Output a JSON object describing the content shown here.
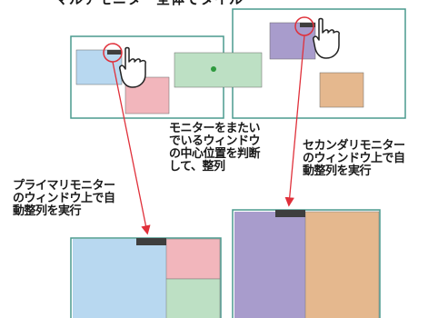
{
  "title_fragment": "マルチモニター全体でタイル",
  "labels": {
    "straddle_note": "モニターをまたい\nでいるウィンドウ\nの中心位置を判断\nして、整列",
    "secondary_note": "セカンダリモニター\nのウィンドウ上で自\n動整列を実行",
    "primary_note": "プライマリモニター\nのウィンドウ上で自\n動整列を実行"
  },
  "colors": {
    "monitor_border": "#4a9a8e",
    "window_blue": "#b8d8f0",
    "window_pink": "#f2b6bc",
    "window_green": "#bde0c4",
    "window_purple": "#a89ccc",
    "window_orange": "#e5b88e",
    "titlebar": "#3e3e3e",
    "arrow_red": "#e0303a",
    "center_dot": "#2e9a3e",
    "hand_icon_fill": "#ffffff",
    "hand_icon_stroke": "#222222"
  }
}
